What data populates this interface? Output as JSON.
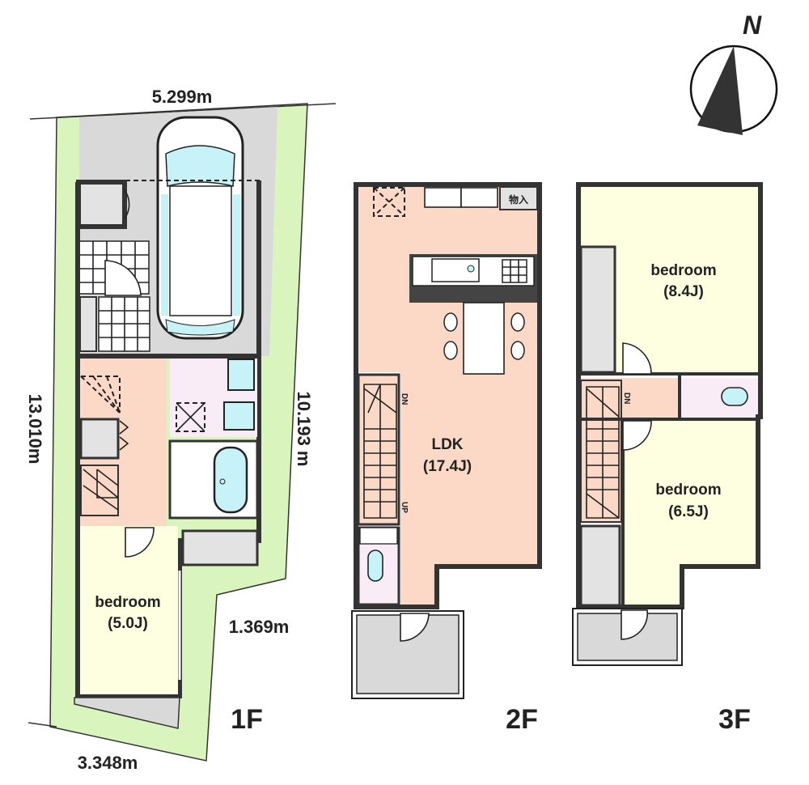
{
  "compass": {
    "label": "N",
    "icon": "north-arrow-icon"
  },
  "colors": {
    "lot": "#d9f5bd",
    "parking": "#d9d9d9",
    "bedroom": "#fefee0",
    "ldk": "#fcd9c6",
    "wet_area": "#f9ecf6",
    "fixture_blue": "#c6f2f8",
    "storage": "#e3e3e3",
    "wall": "#333333"
  },
  "floors": [
    {
      "id": "1F",
      "label": "1F",
      "dimensions": {
        "top": "5.299m",
        "left": "13.010m",
        "right": "10.193 m",
        "inner_step": "1.369m",
        "bottom": "3.348m"
      },
      "rooms": [
        {
          "name": "bedroom",
          "size": "(5.0J)"
        }
      ],
      "features": [
        "parking-space",
        "car",
        "entrance",
        "storage",
        "washroom",
        "bathroom",
        "stairs",
        "closet"
      ]
    },
    {
      "id": "2F",
      "label": "2F",
      "rooms": [
        {
          "name": "LDK",
          "size": "(17.4J)"
        }
      ],
      "storage_label": "物入",
      "stair_markers": {
        "down": "DN",
        "up": "UP"
      },
      "features": [
        "kitchen-counter",
        "dining-table",
        "toilet",
        "balcony",
        "stairs"
      ]
    },
    {
      "id": "3F",
      "label": "3F",
      "rooms": [
        {
          "name": "bedroom",
          "size": "(8.4J)"
        },
        {
          "name": "bedroom",
          "size": "(6.5J)"
        }
      ],
      "stair_markers": {
        "down": "DN"
      },
      "features": [
        "closet",
        "toilet",
        "balcony",
        "stairs"
      ]
    }
  ]
}
